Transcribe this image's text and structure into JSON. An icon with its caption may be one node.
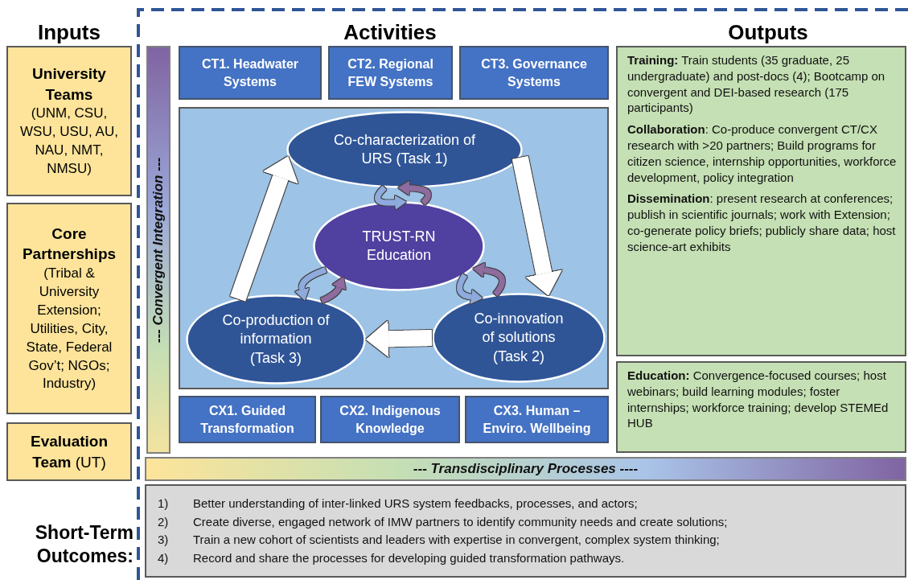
{
  "diagram": {
    "nodes": [
      {
        "text": [
          "University Teams",
          "(UNM, CSU, WSU, USU, AU, NAU, NMT, NMSU)"
        ]
      },
      {
        "text": [
          "Core Partnerships",
          "(Tribal & University Extension; Utilities, City, State, Federal Gov’t; NGOs; Industry)"
        ]
      },
      {
        "text": [
          "**Evaluation Team** (UT)"
        ]
      },
      {
        "text": [
          "--- Convergent Integration ---"
        ]
      },
      {
        "text": [
          "CT1. Headwater Systems"
        ]
      },
      {
        "text": [
          "CT2. Regional FEW Systems"
        ]
      },
      {
        "text": [
          "CT3. Governance Systems"
        ]
      },
      {
        "text": [],
        "shape": "box"
      },
      {
        "text": [
          "Co-characterization of URS (Task 1)"
        ],
        "in": 7
      },
      {
        "text": [
          "TRUST-RN Education"
        ],
        "in": 7
      },
      {
        "text": [
          "Co-innovation of solutions (Task 2)"
        ],
        "in": 7
      },
      {
        "text": [
          "Co-production of information (Task 3)"
        ],
        "in": 7
      },
      {
        "text": [
          "CX1. Guided Transformation"
        ]
      },
      {
        "text": [
          "CX2. Indigenous Knowledge"
        ]
      },
      {
        "text": [
          "CX3. Human – Enviro. Wellbeing"
        ]
      },
      {
        "text": [
          "**Training:** Train students (35 graduate, 25 undergraduate) and post-docs (4); Bootcamp on convergent and DEI-based research (175 participants)",
          "**Collaboration**: Co-produce convergent CT/CX research with >20 partners; Build programs for citizen science, internship opportunities, workforce development, policy integration",
          "**Dissemination**: present research at conferences; publish in scientific journals; work with Extension; co-generate policy briefs; publicly share data; host science-art exhibits"
        ]
      },
      {
        "text": [
          "**Education:** Convergence-focused courses; host webinars; build learning modules; foster internships; workforce training; develop STEMEd HUB"
        ]
      },
      {
        "text": [
          "--- Transdisciplinary Processes ----"
        ]
      },
      {
        "text": [
          "1)",
          "Better understanding of inter-linked URS system feedbacks, processes, and actors;",
          "2)",
          "Create diverse, engaged network of IMW partners to identify community needs and create solutions;",
          "3)",
          "Train a new cohort of scientists and leaders with expertise in convergent, complex system thinking;",
          "4)",
          "Record and share the processes for developing guided transformation pathways."
        ]
      }
    ],
    "edges": [
      {
        "from": 11,
        "to": 8,
        "arrow": "to",
        "style": "thick",
        "color": "#ffffff"
      },
      {
        "from": 8,
        "to": 10,
        "arrow": "to",
        "style": "thick",
        "color": "#ffffff"
      },
      {
        "from": 10,
        "to": 11,
        "arrow": "to",
        "style": "thick",
        "color": "#ffffff"
      },
      {
        "from": 8,
        "to": 9,
        "arrow": "to",
        "color": "#8faadc"
      },
      {
        "from": 9,
        "to": 8,
        "arrow": "to",
        "color": "#8e6c9e"
      },
      {
        "from": 9,
        "to": 10,
        "arrow": "to",
        "color": "#8faadc"
      },
      {
        "from": 10,
        "to": 9,
        "arrow": "to",
        "color": "#8e6c9e"
      },
      {
        "from": 9,
        "to": 11,
        "arrow": "to",
        "color": "#8faadc"
      },
      {
        "from": 11,
        "to": 9,
        "arrow": "to",
        "color": "#8e6c9e"
      }
    ],
    "labels": [
      "Inputs",
      "Activities",
      "Outputs",
      "Short-Term Outcomes:"
    ]
  }
}
